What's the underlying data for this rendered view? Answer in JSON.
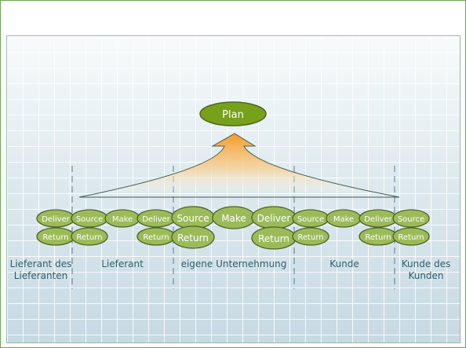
{
  "plan": {
    "label": "Plan"
  },
  "nodes": {
    "n1_deliver": "Deliver",
    "n1_return": "Return",
    "n2_source": "Source",
    "n2_return": "Return",
    "n2_make": "Make",
    "n2_deliver": "Deliver",
    "n2_deliver_return": "Return",
    "n3_source": "Source",
    "n3_return": "Return",
    "n3_make": "Make",
    "n3_deliver": "Deliver",
    "n3_deliver_return": "Return",
    "n4_source": "Source",
    "n4_return": "Return",
    "n4_make": "Make",
    "n4_deliver": "Deliver",
    "n4_deliver_return": "Return",
    "n5_source": "Source",
    "n5_return": "Return"
  },
  "columns": {
    "c1_line1": "Lieferant des",
    "c1_line2": "Lieferanten",
    "c2": "Lieferant",
    "c3": "eigene Unternehmung",
    "c4": "Kunde",
    "c5_line1": "Kunde des",
    "c5_line2": "Kunden"
  },
  "colors": {
    "node_fill": "#9bbb59",
    "node_stroke": "#4f6228",
    "plan_fill": "#77a11a",
    "arrow_top": "#f59a23",
    "text_dark": "#2f5f6a"
  }
}
